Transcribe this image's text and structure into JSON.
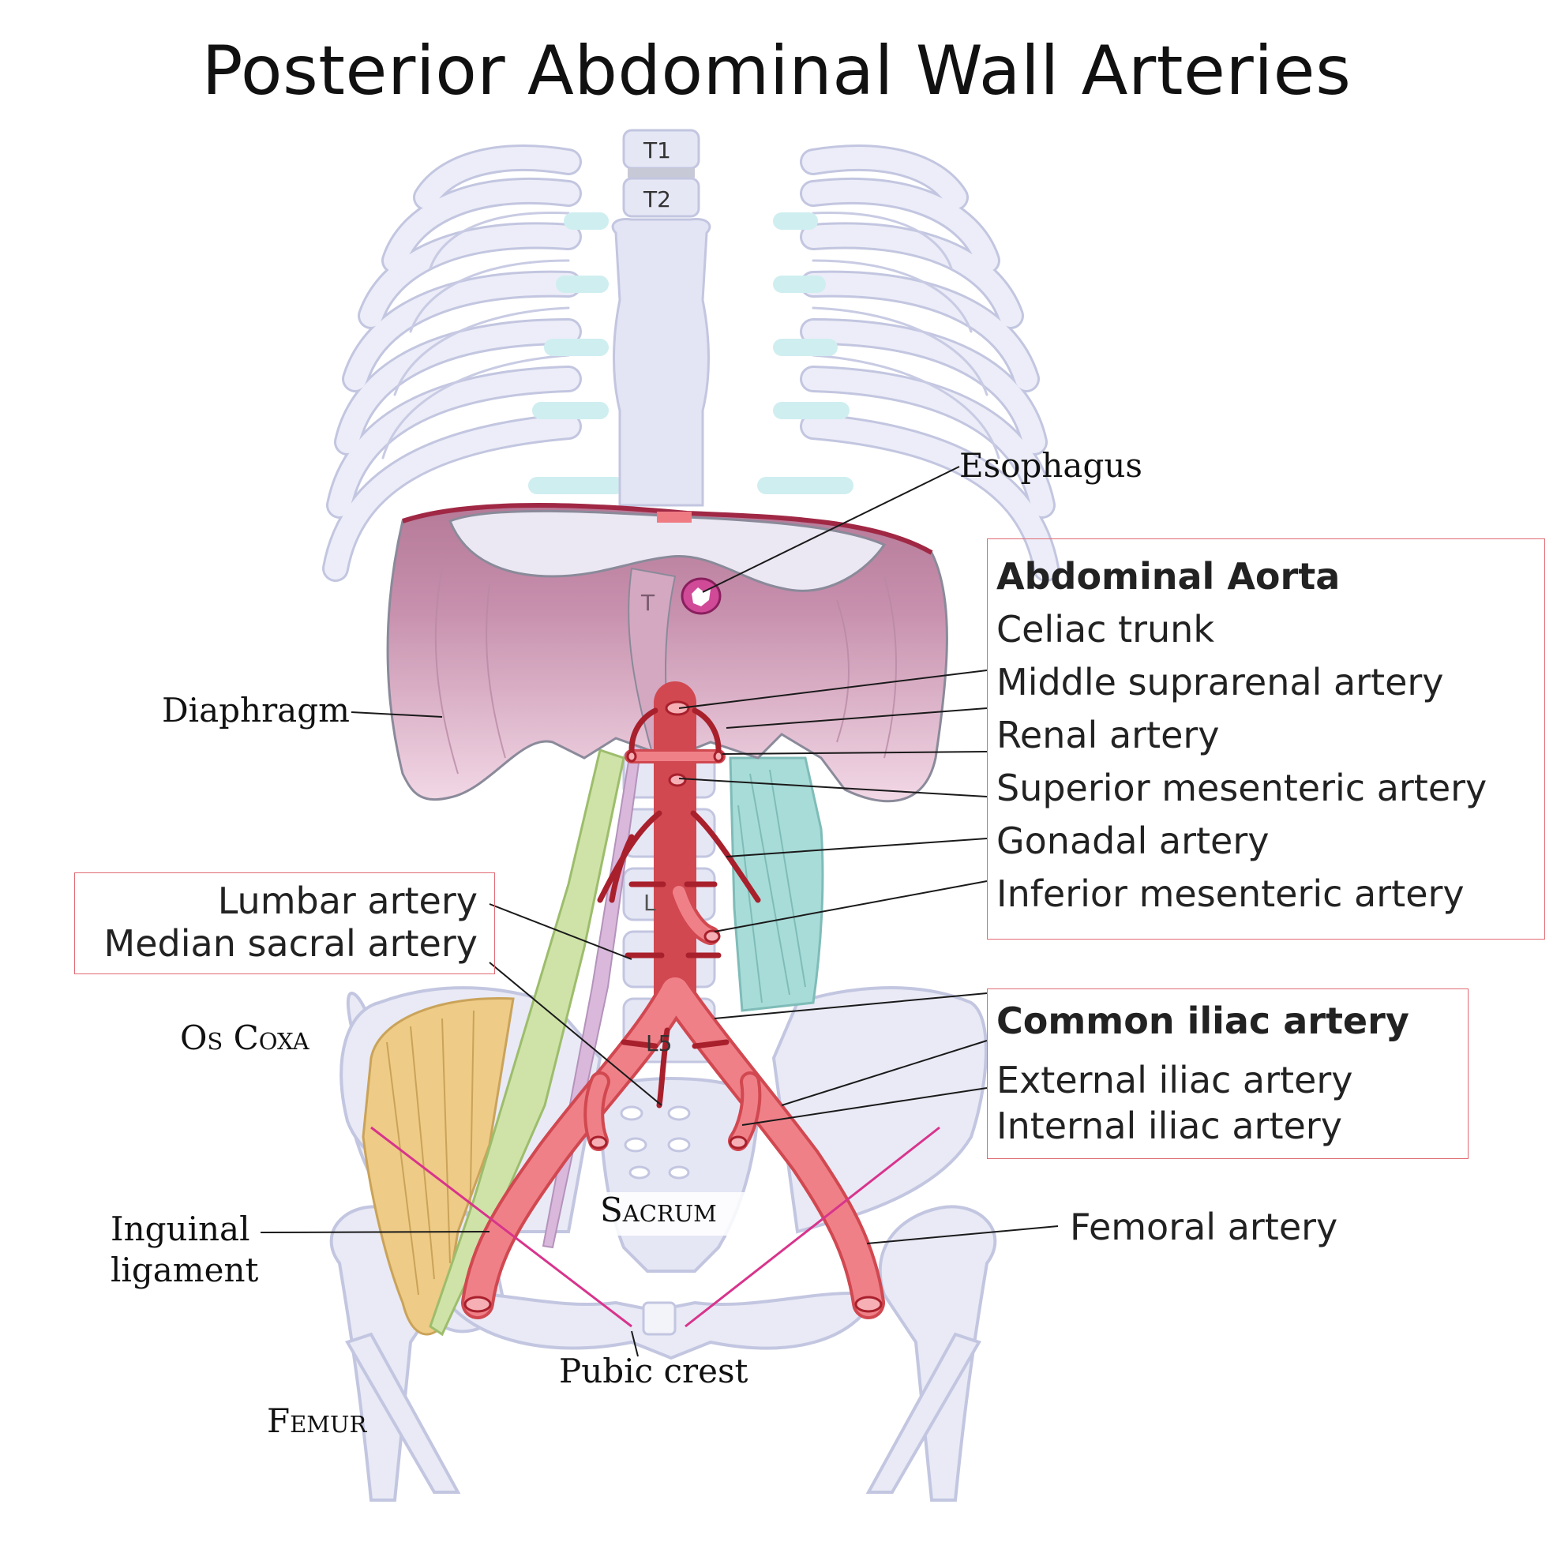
{
  "title": "Posterior Abdominal Wall Arteries",
  "vertebrae": {
    "t1": "T1",
    "t2": "T2",
    "t12_partial": "T",
    "l1_partial": "L",
    "l5": "L5"
  },
  "labels_left": {
    "diaphragm": "Diaphragm",
    "os_coxa": "Os Coxa",
    "inguinal_line1": "Inguinal",
    "inguinal_line2": "ligament",
    "femur": "Femur",
    "lumbar_artery": "Lumbar artery",
    "median_sacral_artery": "Median sacral artery"
  },
  "labels_center": {
    "esophagus": "Esophagus",
    "sacrum": "Sacrum",
    "pubic_crest": "Pubic crest"
  },
  "aorta_box": {
    "heading": "Abdominal Aorta",
    "items": [
      "Celiac trunk",
      "Middle suprarenal artery",
      "Renal artery",
      "Superior mesenteric artery",
      "Gonadal artery",
      "Inferior mesenteric artery"
    ]
  },
  "iliac_box": {
    "heading": "Common iliac artery",
    "items": [
      "External iliac artery",
      "Internal iliac artery"
    ]
  },
  "femoral_artery": "Femoral artery",
  "colors": {
    "bone": "#e9eaf6",
    "bone_outline": "#c3c6e0",
    "cartilage": "#cfeef0",
    "diaphragm": "#c990ad",
    "artery": "#f08088",
    "artery_dark": "#a8202c",
    "box_border": "#e06b73",
    "psoas": "#cfe3a8",
    "quadratus": "#a8dcd8",
    "iliacus": "#eecb86",
    "ligament": "#d8348c"
  }
}
